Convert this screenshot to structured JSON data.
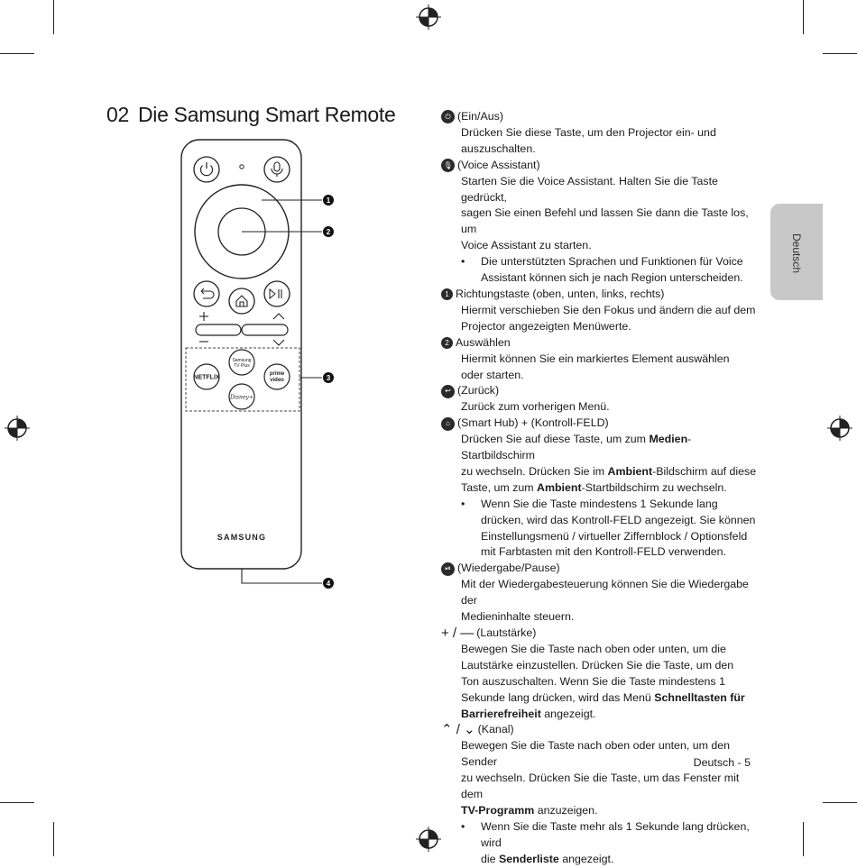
{
  "page": {
    "section_number": "02",
    "section_title": "Die Samsung Smart Remote",
    "side_tab": "Deutsch",
    "footer": "Deutsch - 5"
  },
  "remote": {
    "brand": "SAMSUNG",
    "buttons": {
      "netflix": "NETFLIX",
      "samsung_tv_plus_line1": "Samsung",
      "samsung_tv_plus_line2": "TV Plus",
      "prime_video_line1": "prime",
      "prime_video_line2": "video",
      "disney": "Disney+"
    },
    "callouts": [
      "1",
      "2",
      "3",
      "4"
    ]
  },
  "items": {
    "power": {
      "icon": "power-icon",
      "label": "(Ein/Aus)",
      "desc": [
        "Drücken Sie diese Taste, um den Projector ein- und",
        "auszuschalten."
      ]
    },
    "voice": {
      "icon": "microphone-icon",
      "label": "(Voice Assistant)",
      "desc": [
        "Starten Sie die Voice Assistant. Halten Sie die Taste gedrückt,",
        "sagen Sie einen Befehl und lassen Sie dann die Taste los, um",
        "Voice Assistant zu starten."
      ],
      "bullet": [
        "Die unterstützten Sprachen und Funktionen für Voice",
        "Assistant können sich je nach Region unterscheiden."
      ]
    },
    "direction": {
      "badge": "1",
      "label": "Richtungstaste (oben, unten, links, rechts)",
      "desc": [
        "Hiermit verschieben Sie den Fokus und ändern die auf dem",
        "Projector angezeigten Menüwerte."
      ]
    },
    "select": {
      "badge": "2",
      "label": "Auswählen",
      "desc": [
        "Hiermit können Sie ein markiertes Element auswählen",
        "oder starten."
      ]
    },
    "back": {
      "icon": "return-icon",
      "label": "(Zurück)",
      "desc": [
        "Zurück zum vorherigen Menü."
      ]
    },
    "home": {
      "icon": "home-icon",
      "label": "(Smart Hub) + (Kontroll-FELD)",
      "desc_a1": "Drücken Sie auf diese Taste, um zum ",
      "desc_a2": "Medien",
      "desc_a3": "-Startbildschirm",
      "desc_b1": "zu wechseln. Drücken Sie im ",
      "desc_b2": "Ambient",
      "desc_b3": "-Bildschirm auf diese",
      "desc_c1": "Taste, um zum ",
      "desc_c2": "Ambient",
      "desc_c3": "-Startbildschirm zu wechseln.",
      "bullet": [
        "Wenn Sie die Taste mindestens 1 Sekunde lang",
        "drücken, wird das Kontroll-FELD angezeigt. Sie können",
        "Einstellungsmenü / virtueller Ziffernblock / Optionsfeld",
        "mit Farbtasten mit den Kontroll-FELD verwenden."
      ]
    },
    "playpause": {
      "icon": "play-pause-icon",
      "label": "(Wiedergabe/Pause)",
      "desc": [
        "Mit der Wiedergabesteuerung können Sie die Wiedergabe der",
        "Medieninhalte steuern."
      ]
    },
    "volume": {
      "symbol": "+ / —",
      "label": "(Lautstärke)",
      "desc": [
        "Bewegen Sie die Taste nach oben oder unten, um die",
        "Lautstärke einzustellen. Drücken Sie die Taste, um den",
        "Ton auszuschalten. Wenn Sie die Taste mindestens 1"
      ],
      "desc_d1": "Sekunde lang drücken, wird das Menü ",
      "desc_d2": "Schnelltasten für",
      "desc_e1": "Barrierefreiheit",
      "desc_e2": " angezeigt."
    },
    "channel": {
      "symbol": "⌃ / ⌄",
      "label": "(Kanal)",
      "desc": [
        "Bewegen Sie die Taste nach oben oder unten, um den Sender",
        "zu wechseln. Drücken Sie die Taste, um das Fenster mit dem"
      ],
      "desc_c1": "TV-Programm",
      "desc_c2": " anzuzeigen.",
      "bullet_1": "Wenn Sie die Taste mehr als 1 Sekunde lang drücken, wird",
      "bullet_2a": "die ",
      "bullet_2b": "Senderliste",
      "bullet_2c": " angezeigt."
    }
  }
}
